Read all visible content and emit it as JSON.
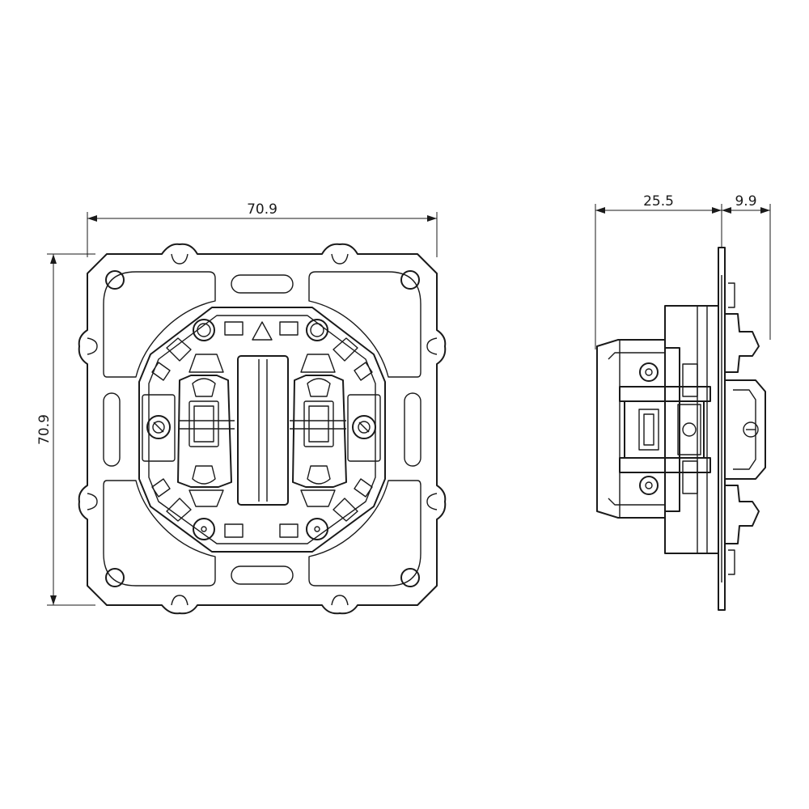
{
  "dimensions": {
    "front_width": "70.9",
    "front_height": "70.9",
    "side_depth": "25.5",
    "side_front": "9.9"
  },
  "markings": {
    "orientation": "triangle-arrow-icon"
  }
}
